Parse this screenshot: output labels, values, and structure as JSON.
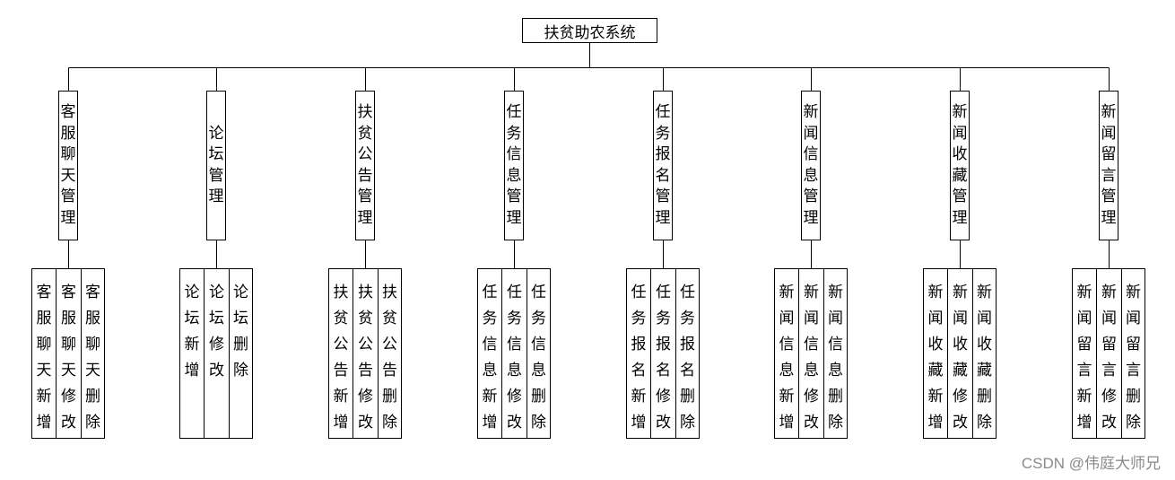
{
  "root": "扶贫助农系统",
  "modules": [
    {
      "name": "客服聊天管理",
      "children": [
        "客服聊天新增",
        "客服聊天修改",
        "客服聊天删除"
      ]
    },
    {
      "name": "论坛管理",
      "children": [
        "论坛新增",
        "论坛修改",
        "论坛删除"
      ]
    },
    {
      "name": "扶贫公告管理",
      "children": [
        "扶贫公告新增",
        "扶贫公告修改",
        "扶贫公告删除"
      ]
    },
    {
      "name": "任务信息管理",
      "children": [
        "任务信息新增",
        "任务信息修改",
        "任务信息删除"
      ]
    },
    {
      "name": "任务报名管理",
      "children": [
        "任务报名新增",
        "任务报名修改",
        "任务报名删除"
      ]
    },
    {
      "name": "新闻信息管理",
      "children": [
        "新闻信息新增",
        "新闻信息修改",
        "新闻信息删除"
      ]
    },
    {
      "name": "新闻收藏管理",
      "children": [
        "新闻收藏新增",
        "新闻收藏修改",
        "新闻收藏删除"
      ]
    },
    {
      "name": "新闻留言管理",
      "children": [
        "新闻留言新增",
        "新闻留言修改",
        "新闻留言删除"
      ]
    }
  ],
  "watermark": "CSDN @伟庭大师兄"
}
